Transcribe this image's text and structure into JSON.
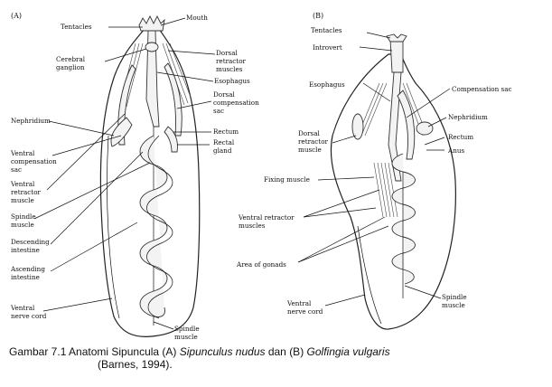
{
  "panel_a": {
    "title": "(A)",
    "labels": {
      "tentacles": "Tentacles",
      "mouth": "Mouth",
      "cerebral_ganglion_1": "Cerebral",
      "cerebral_ganglion_2": "ganglion",
      "dorsal_retractor_1": "Dorsal",
      "dorsal_retractor_2": "retractor",
      "dorsal_retractor_3": "muscles",
      "esophagus": "Esophagus",
      "dorsal_comp_1": "Dorsal",
      "dorsal_comp_2": "compensation",
      "dorsal_comp_3": "sac",
      "nephridium": "Nephridium",
      "rectum": "Rectum",
      "rectal_gland_1": "Rectal",
      "rectal_gland_2": "gland",
      "ventral_comp_1": "Ventral",
      "ventral_comp_2": "compensation",
      "ventral_comp_3": "sac",
      "ventral_retractor_1": "Ventral",
      "ventral_retractor_2": "retractor",
      "ventral_retractor_3": "muscle",
      "spindle_1": "Spindle",
      "spindle_2": "muscle",
      "descending_1": "Descending",
      "descending_2": "intestine",
      "ascending_1": "Ascending",
      "ascending_2": "intestine",
      "nerve_1": "Ventral",
      "nerve_2": "nerve cord",
      "spindle_bottom_1": "Spindle",
      "spindle_bottom_2": "muscle"
    }
  },
  "panel_b": {
    "title": "(B)",
    "labels": {
      "tentacles": "Tentacles",
      "introvert": "Introvert",
      "esophagus": "Esophagus",
      "compensation_sac": "Compensation sac",
      "nephridium": "Nephridium",
      "rectum": "Rectum",
      "anus": "Anus",
      "dorsal_retractor_1": "Dorsal",
      "dorsal_retractor_2": "retractor",
      "dorsal_retractor_3": "muscle",
      "fixing_muscle": "Fixing muscle",
      "ventral_retractor_1": "Ventral retractor",
      "ventral_retractor_2": "muscles",
      "gonads": "Area of gonads",
      "nerve_1": "Ventral",
      "nerve_2": "nerve cord",
      "spindle_1": "Spindle",
      "spindle_2": "muscle"
    }
  },
  "caption": {
    "prefix": "Gambar 7.1  Anatomi Sipuncula (A) ",
    "species_a": "Sipunculus nudus",
    "middle": " dan (B) ",
    "species_b": "Golfingia vulgaris",
    "citation": "(Barnes, 1994)."
  }
}
